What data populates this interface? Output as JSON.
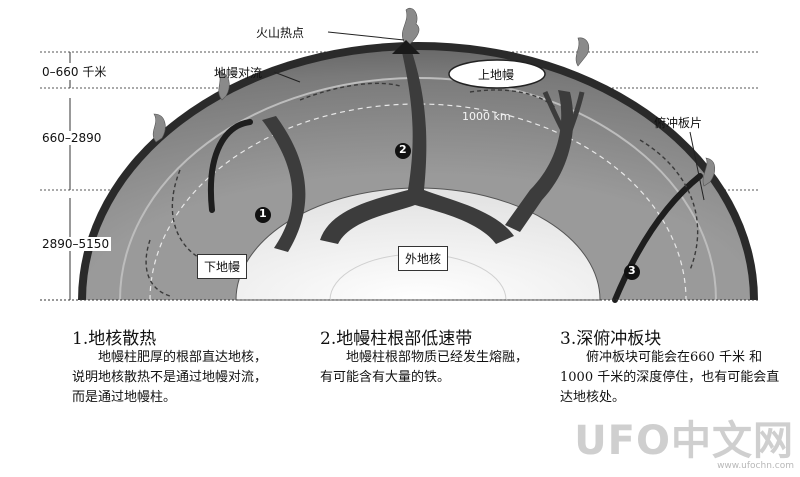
{
  "labels": {
    "hotspot": "火山热点",
    "convection": "地幔对流",
    "upper_mantle": "上地幔",
    "subducting_slab": "俯冲板片",
    "lower_mantle": "下地幔",
    "outer_core": "外地核",
    "scale": "1000 km"
  },
  "depths": [
    "0–660 千米",
    "660–2890",
    "2890–5150"
  ],
  "markers": [
    "1",
    "2",
    "3"
  ],
  "panels": [
    {
      "title": "1.地核散热",
      "body": "地幔柱肥厚的根部直达地核，说明地核散热不是通过地幔对流，而是通过地幔柱。"
    },
    {
      "title": "2.地幔柱根部低速带",
      "body": "地幔柱根部物质已经发生熔融，有可能含有大量的铁。"
    },
    {
      "title": "3.深俯冲板块",
      "body": "俯冲板块可能会在660 千米 和 1000 千米的深度停住，也有可能会直达地核处。"
    }
  ],
  "watermark": {
    "logo": "UFO中文网",
    "url": "www.ufochn.com"
  },
  "colors": {
    "mantle": "#8c8c8c",
    "mantle_dark": "#6e6e6e",
    "crust": "#2a2a2a",
    "core": "#f2f2f2",
    "plume": "#3c3c3c"
  }
}
